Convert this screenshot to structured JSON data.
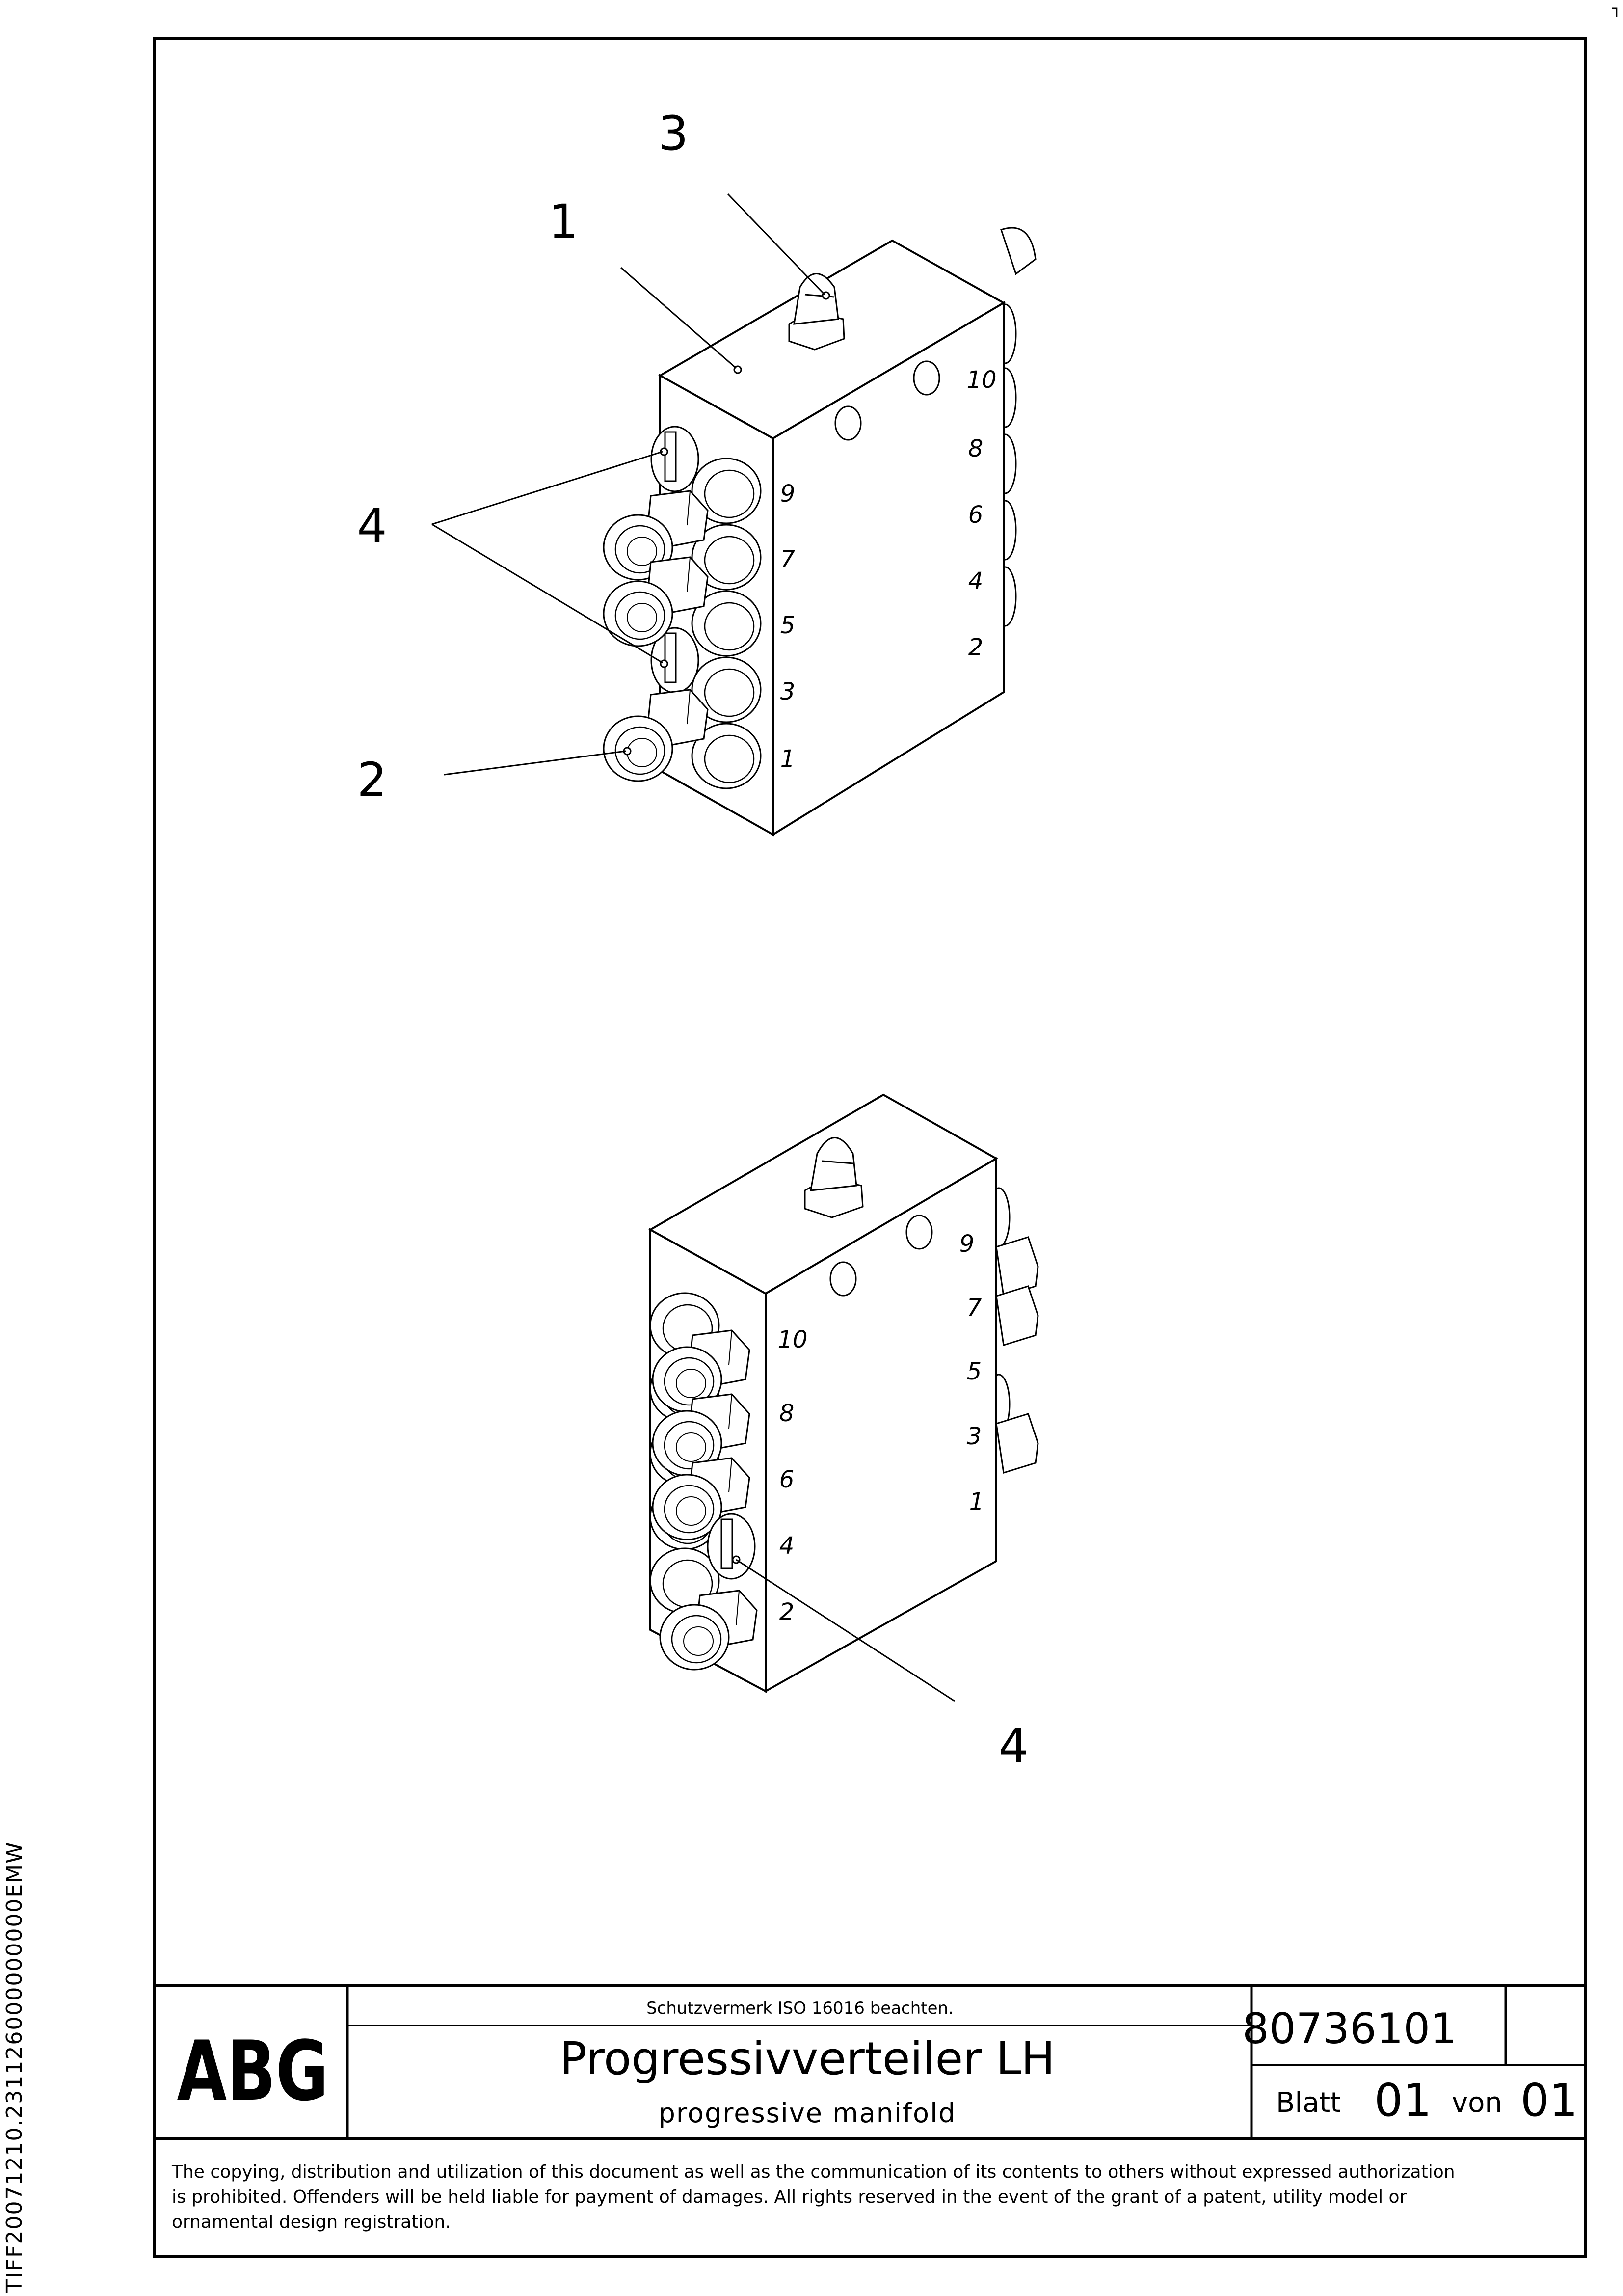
{
  "drawing": {
    "callouts": {
      "housing": "1",
      "inlet_fitting": "2",
      "grease_nipple": "3",
      "plugs_top": "4",
      "plugs_bottom": "4"
    },
    "upper_view": {
      "left_outlets": [
        "9",
        "7",
        "5",
        "3",
        "1"
      ],
      "right_outlets": [
        "10",
        "8",
        "6",
        "4",
        "2"
      ]
    },
    "lower_view": {
      "left_outlets": [
        "10",
        "8",
        "6",
        "4",
        "2"
      ],
      "right_outlets": [
        "9",
        "7",
        "5",
        "3",
        "1"
      ]
    }
  },
  "title_block": {
    "logo": "ABG",
    "protection_note": "Schutzvermerk ISO 16016 beachten.",
    "title_de": "Progressivverteiler LH",
    "title_en": "progressive manifold",
    "drawing_number": "80736101",
    "sheet_label": "Blatt",
    "sheet_number": "01",
    "of_label": "von",
    "sheet_total": "01"
  },
  "legal_notice": {
    "line1": "The copying, distribution and utilization of this document as well as the communication of its contents to others without expressed authorization",
    "line2": "is prohibited. Offenders will be held liable for payment of damages. All rights reserved in the event of the grant of a patent, utility model or",
    "line3": "ornamental design registration."
  },
  "margin": {
    "side_code": "TIFF20071210.231126000000000EMW",
    "corner_mark": "┐"
  }
}
